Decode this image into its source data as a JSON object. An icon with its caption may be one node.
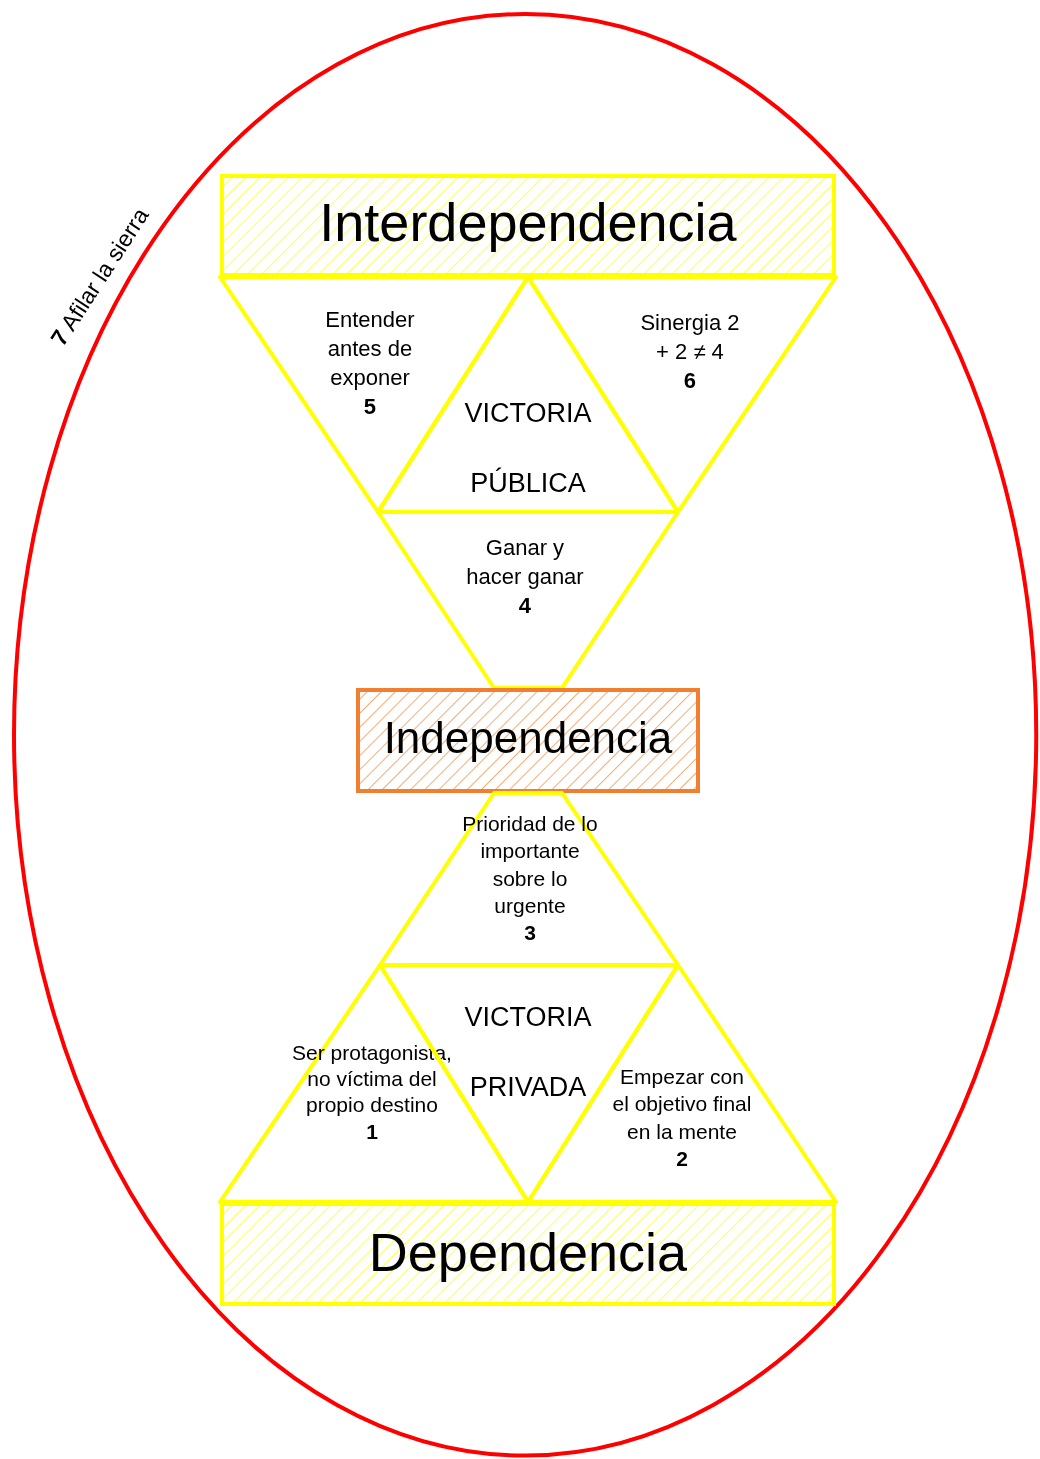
{
  "diagram": {
    "nodes": [
      {
        "text": [
          "**7** Afilar la sierra"
        ]
      },
      {
        "text": [
          "Interdependencia"
        ],
        "in": 0
      },
      {
        "text": [
          "Entender antes de exponer",
          "5"
        ],
        "in": 0
      },
      {
        "text": [
          "VICTORIA PÚBLICA"
        ],
        "in": 0
      },
      {
        "text": [
          "Sinergia 2 + 2 ≠ 4",
          "6"
        ],
        "in": 0
      },
      {
        "text": [
          "Ganar y hacer ganar",
          "4"
        ],
        "in": 0
      },
      {
        "text": [
          "Independencia"
        ],
        "in": 0
      },
      {
        "text": [
          "Prioridad de lo importante sobre lo urgente",
          "3"
        ],
        "in": 0
      },
      {
        "text": [
          "Ser protagonista, no víctima del propio destino",
          "1"
        ],
        "in": 0
      },
      {
        "text": [
          "VICTORIA PRIVADA"
        ],
        "in": 0
      },
      {
        "text": [
          "Empezar con el objetivo final en la mente",
          "2"
        ],
        "in": 0
      },
      {
        "text": [
          "Dependencia"
        ],
        "in": 0
      }
    ]
  }
}
